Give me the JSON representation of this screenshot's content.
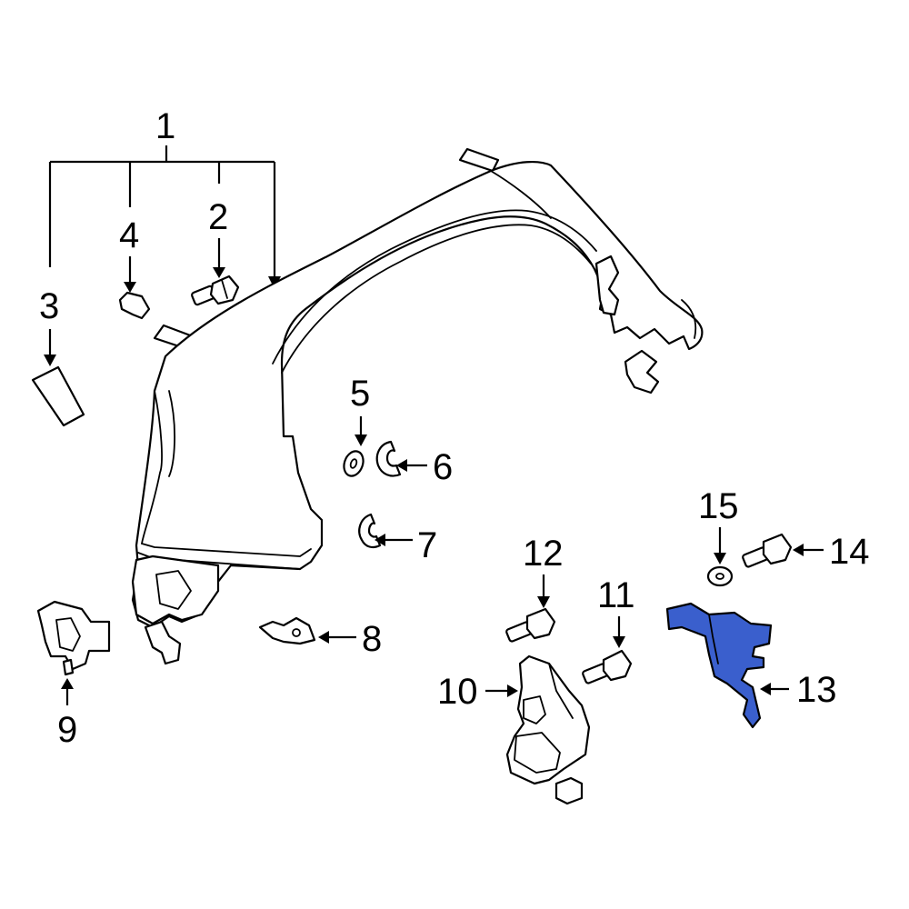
{
  "callouts": {
    "c1": "1",
    "c2": "2",
    "c3": "3",
    "c4": "4",
    "c5": "5",
    "c6": "6",
    "c7": "7",
    "c8": "8",
    "c9": "9",
    "c10": "10",
    "c11": "11",
    "c12": "12",
    "c13": "13",
    "c14": "14",
    "c15": "15"
  },
  "colors": {
    "highlight": "#3a5fcd",
    "line": "#000000",
    "background": "#ffffff"
  }
}
